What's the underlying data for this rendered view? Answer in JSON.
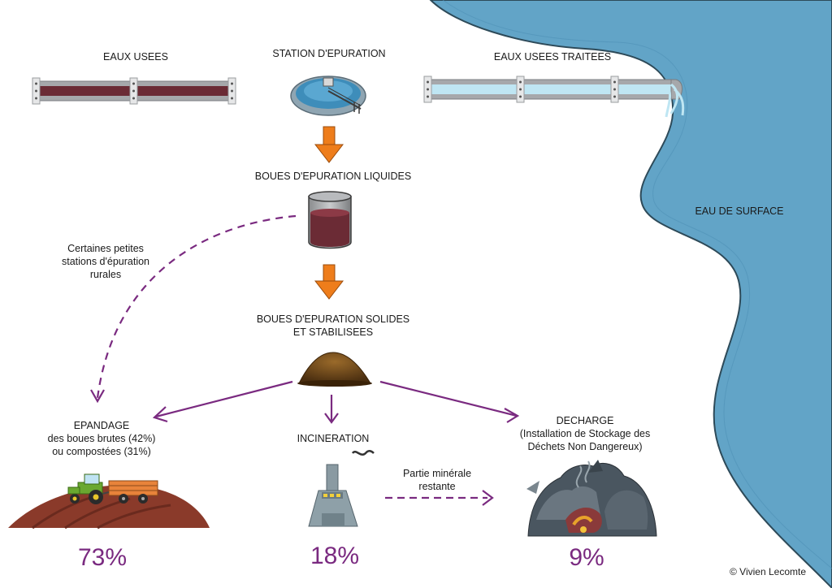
{
  "labels": {
    "wastewater": "EAUX USEES",
    "treatment_plant": "STATION D'EPURATION",
    "treated_water": "EAUX USEES TRAITEES",
    "surface_water": "EAU DE SURFACE",
    "liquid_sludge": "BOUES D'EPURATION LIQUIDES",
    "solid_sludge_line1": "BOUES D'EPURATION SOLIDES",
    "solid_sludge_line2": "ET STABILISEES",
    "rural_note_line1": "Certaines petites",
    "rural_note_line2": "stations d'épuration",
    "rural_note_line3": "rurales",
    "spreading_line1": "EPANDAGE",
    "spreading_line2": "des boues brutes (42%)",
    "spreading_line3": "ou compostées (31%)",
    "incineration": "INCINERATION",
    "landfill_line1": "DECHARGE",
    "landfill_line2": "(Installation de Stockage des",
    "landfill_line3": "Déchets Non Dangereux)",
    "mineral_line1": "Partie minérale",
    "mineral_line2": "restante"
  },
  "outcomes": {
    "spreading_share": "73%",
    "incineration_share": "18%",
    "landfill_share": "9%"
  },
  "credit": "© Vivien Lecomte",
  "colors": {
    "river": "#62a4c7",
    "river_outline": "#2d4a59",
    "accent_purple": "#7a2a80",
    "process_arrow": "#ee7d1b",
    "sludge": "#6b2b35",
    "pipe": "#a6a8ab"
  },
  "icons": [
    "wastewater-pipe",
    "treatment-basin",
    "treated-pipe",
    "sludge-tank",
    "sludge-pile",
    "tractor-with-trailer",
    "incinerator",
    "garbage-heap"
  ]
}
